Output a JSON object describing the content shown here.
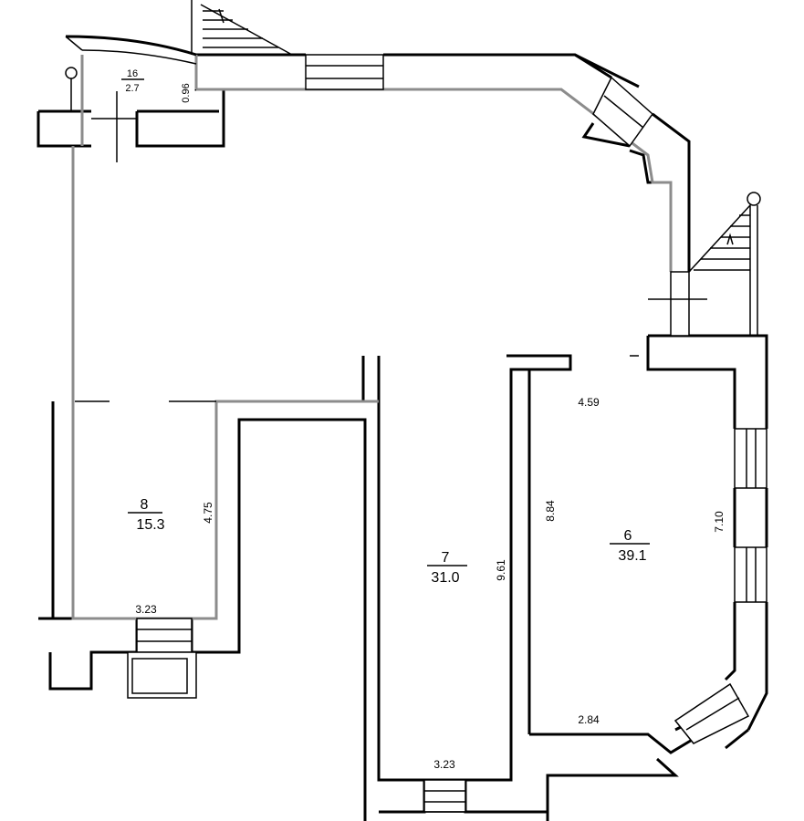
{
  "rooms": [
    {
      "id": "16",
      "number": "16",
      "area": "2.7"
    },
    {
      "id": "8",
      "number": "8",
      "area": "15.3"
    },
    {
      "id": "7",
      "number": "7",
      "area": "31.0"
    },
    {
      "id": "6",
      "number": "6",
      "area": "39.1"
    }
  ],
  "dimensions": {
    "d_096": "0.96",
    "d_475": "4.75",
    "d_323_room8": "3.23",
    "d_961": "9.61",
    "d_323_room7": "3.23",
    "d_459": "4.59",
    "d_884": "8.84",
    "d_710": "7.10",
    "d_284": "2.84"
  }
}
